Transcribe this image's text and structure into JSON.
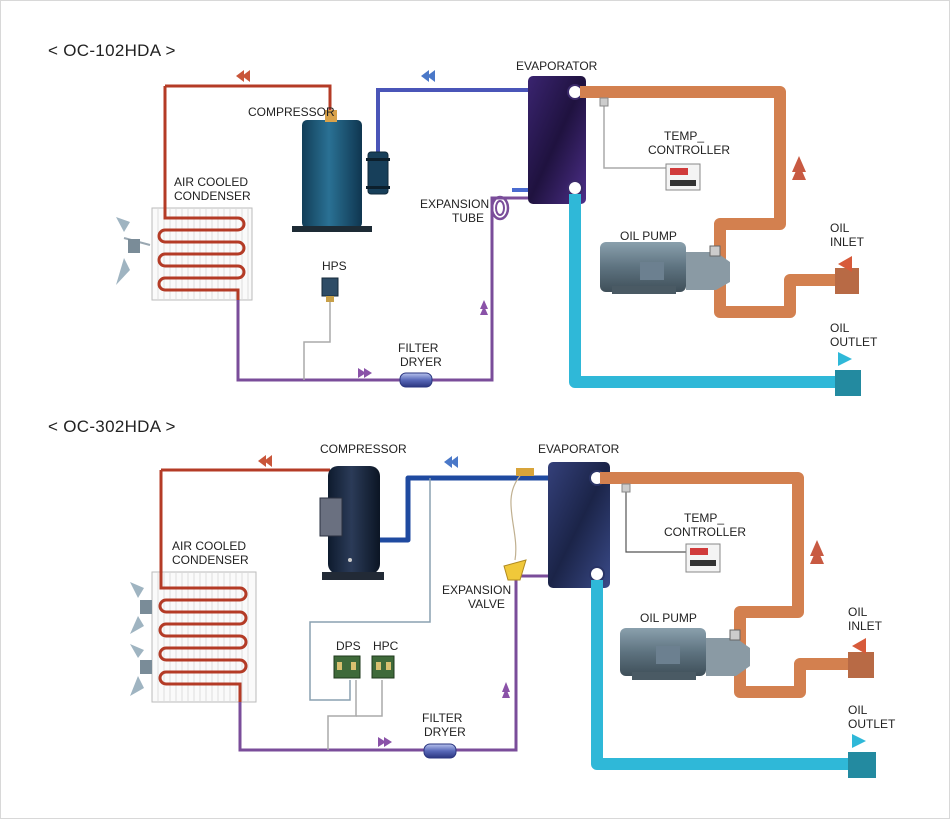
{
  "diagrams": [
    {
      "title": "< OC-102HDA >",
      "labels": {
        "compressor": "COMPRESSOR",
        "evaporator": "EVAPORATOR",
        "condenser_1": "AIR COOLED",
        "condenser_2": "CONDENSER",
        "expansion_1": "EXPANSION",
        "expansion_2": "TUBE",
        "temp_1": "TEMP_",
        "temp_2": "CONTROLLER",
        "oil_pump": "OIL PUMP",
        "oil_inlet_1": "OIL",
        "oil_inlet_2": "INLET",
        "oil_outlet_1": "OIL",
        "oil_outlet_2": "OUTLET",
        "hps": "HPS",
        "filter_1": "FILTER",
        "filter_2": "DRYER"
      }
    },
    {
      "title": "< OC-302HDA >",
      "labels": {
        "compressor": "COMPRESSOR",
        "evaporator": "EVAPORATOR",
        "condenser_1": "AIR COOLED",
        "condenser_2": "CONDENSER",
        "expansion_1": "EXPANSION",
        "expansion_2": "VALVE",
        "temp_1": "TEMP_",
        "temp_2": "CONTROLLER",
        "oil_pump": "OIL PUMP",
        "oil_inlet_1": "OIL",
        "oil_inlet_2": "INLET",
        "oil_outlet_1": "OIL",
        "oil_outlet_2": "OUTLET",
        "dps": "DPS",
        "hpc": "HPC",
        "filter_1": "FILTER",
        "filter_2": "DRYER"
      }
    }
  ],
  "colors": {
    "hot_gas_line": "#b43b26",
    "suction_line": "#4a55b8",
    "liquid_line": "#7a4d9a",
    "oil_return_line": "#d3804f",
    "oil_outlet_line": "#2fb8d8",
    "evaporator": "#2b1a55",
    "compressor": "#1f5a78"
  }
}
